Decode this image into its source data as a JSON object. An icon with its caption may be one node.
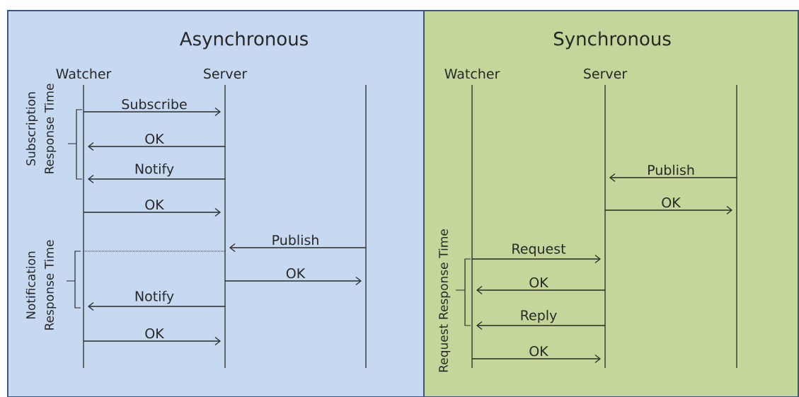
{
  "diagram": {
    "nodes": [
      {
        "text": [
          "Asynchronous"
        ]
      },
      {
        "text": [
          "Watcher"
        ],
        "in": 0
      },
      {
        "text": [
          "Server"
        ],
        "in": 0
      },
      {
        "text": [],
        "shape": "bar",
        "in": 0
      },
      {
        "text": [
          "Synchronous"
        ]
      },
      {
        "text": [
          "Watcher"
        ],
        "in": 4
      },
      {
        "text": [
          "Server"
        ],
        "in": 4
      },
      {
        "text": [],
        "shape": "bar",
        "in": 4
      }
    ],
    "edges": [
      {
        "from": 1,
        "to": 2,
        "arrow": "to",
        "label": "Subscribe"
      },
      {
        "from": 2,
        "to": 1,
        "arrow": "to",
        "label": "OK"
      },
      {
        "from": 2,
        "to": 1,
        "arrow": "to",
        "label": "Notify"
      },
      {
        "from": 1,
        "to": 2,
        "arrow": "to",
        "label": "OK"
      },
      {
        "from": 3,
        "to": 2,
        "arrow": "to",
        "label": "Publish"
      },
      {
        "from": 1,
        "to": 2,
        "arrow": "none",
        "style": "dashed"
      },
      {
        "from": 2,
        "to": 3,
        "arrow": "to",
        "label": "OK"
      },
      {
        "from": 2,
        "to": 1,
        "arrow": "to",
        "label": "Notify"
      },
      {
        "from": 1,
        "to": 2,
        "arrow": "to",
        "label": "OK"
      },
      {
        "from": 7,
        "to": 6,
        "arrow": "to",
        "label": "Publish"
      },
      {
        "from": 6,
        "to": 7,
        "arrow": "to",
        "label": "OK"
      },
      {
        "from": 5,
        "to": 6,
        "arrow": "to",
        "label": "Request"
      },
      {
        "from": 6,
        "to": 5,
        "arrow": "to",
        "label": "OK"
      },
      {
        "from": 6,
        "to": 5,
        "arrow": "to",
        "label": "Reply"
      },
      {
        "from": 5,
        "to": 6,
        "arrow": "to",
        "label": "OK"
      }
    ],
    "labels": [
      "Subscription Response Time",
      "Notification Response Time",
      "Request Response Time"
    ]
  }
}
